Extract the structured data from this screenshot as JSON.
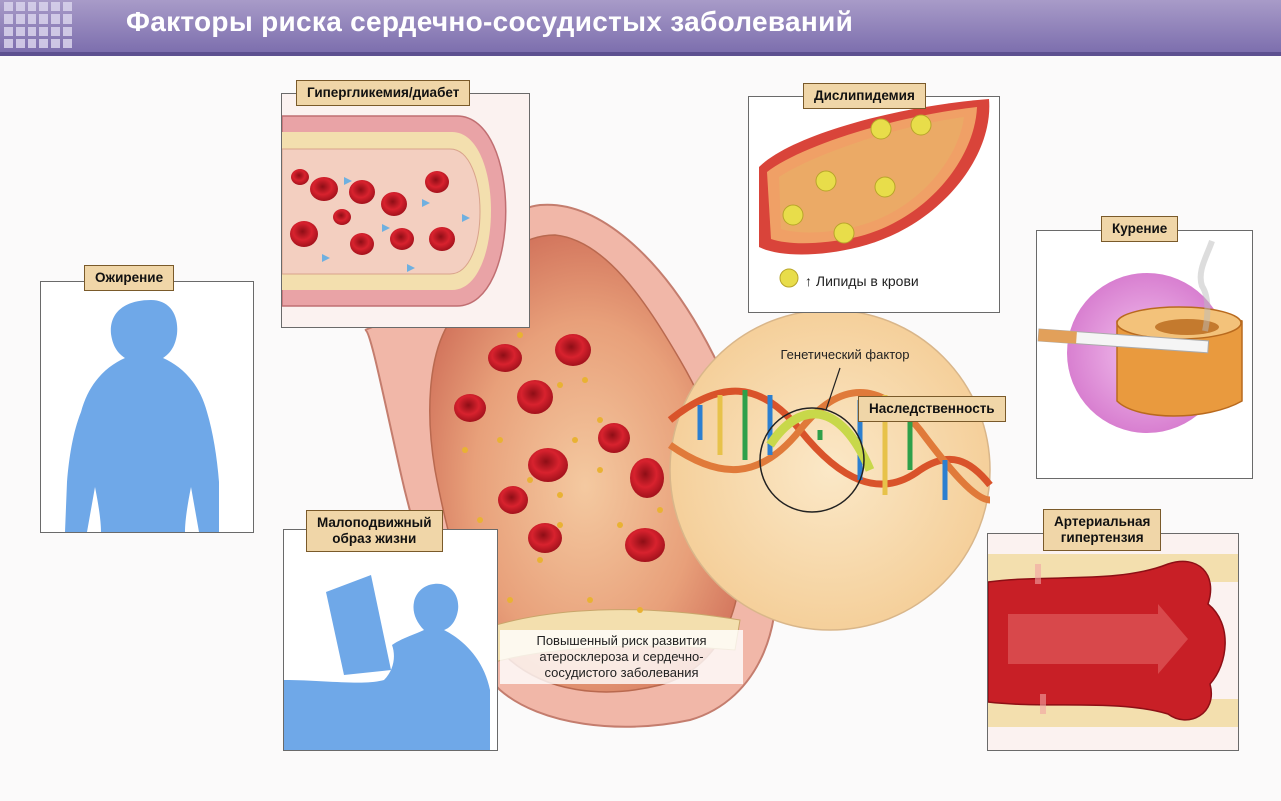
{
  "title": "Факторы риска сердечно-сосудистых заболеваний",
  "labels": {
    "obesity": "Ожирение",
    "hyperglycemia": "Гипергликемия/диабет",
    "dyslipidemia": "Дислипидемия",
    "smoking": "Курение",
    "sedentary_line1": "Малоподвижный",
    "sedentary_line2": "образ жизни",
    "heredity": "Наследственность",
    "hypertension_line1": "Артериальная",
    "hypertension_line2": "гипертензия"
  },
  "captions": {
    "lipids": "↑ Липиды в крови",
    "genetic": "Генетический фактор",
    "risk_line1": "Повышенный риск развития",
    "risk_line2": "атеросклероза и сердечно-",
    "risk_line3": "сосудистого заболевания"
  },
  "colors": {
    "header": "#7d6fae",
    "label_bg": "#f0d6a8",
    "silhouette": "#6fa8e8",
    "blood": "#c8202a",
    "lipid": "#e6d23a"
  }
}
